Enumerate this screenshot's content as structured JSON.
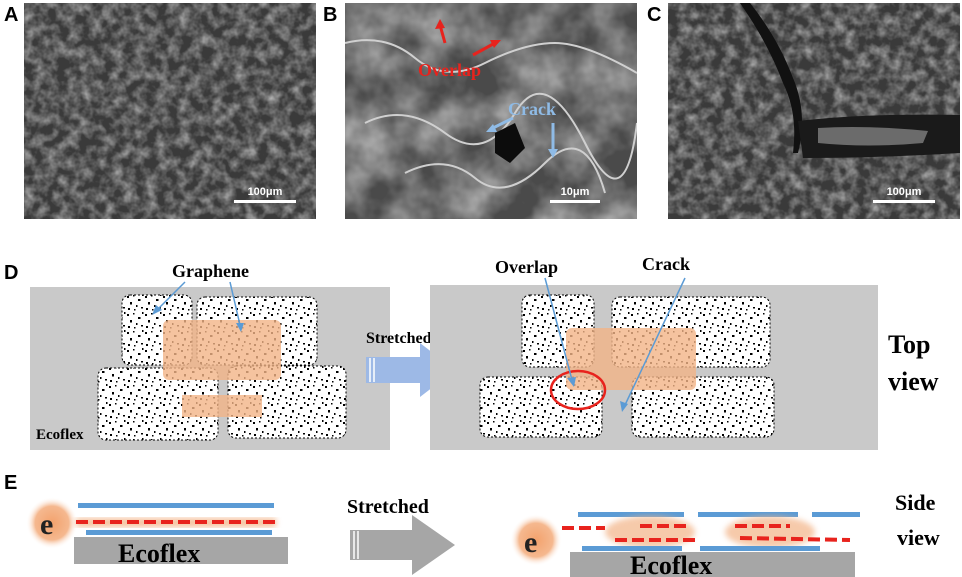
{
  "panels": {
    "a": {
      "letter": "A",
      "scale": "100μm"
    },
    "b": {
      "letter": "B",
      "scale": "10μm",
      "overlap_label": "Overlap",
      "crack_label": "Crack"
    },
    "c": {
      "letter": "C",
      "scale": "100μm"
    },
    "d": {
      "letter": "D",
      "graphene_label": "Graphene",
      "ecoflex_label": "Ecoflex",
      "stretched_label": "Stretched",
      "overlap_label": "Overlap",
      "crack_label": "Crack",
      "view_line1": "Top",
      "view_line2": "view"
    },
    "e": {
      "letter": "E",
      "electron_left": "e",
      "electron_right": "e",
      "substrate_left": "Ecoflex",
      "substrate_right": "Ecoflex",
      "stretched_label": "Stretched",
      "view_line1": "Side",
      "view_line2": "view"
    }
  },
  "colors": {
    "graphene": "#f3b487",
    "ecoflex": "#c9c9c9",
    "overlap_red": "#e8231d",
    "crack_blue": "#7fb0e0",
    "layer_blue": "#5b9bd5",
    "arrow_blue": "#9db9e6",
    "arrow_gray": "#a6a6a6"
  }
}
